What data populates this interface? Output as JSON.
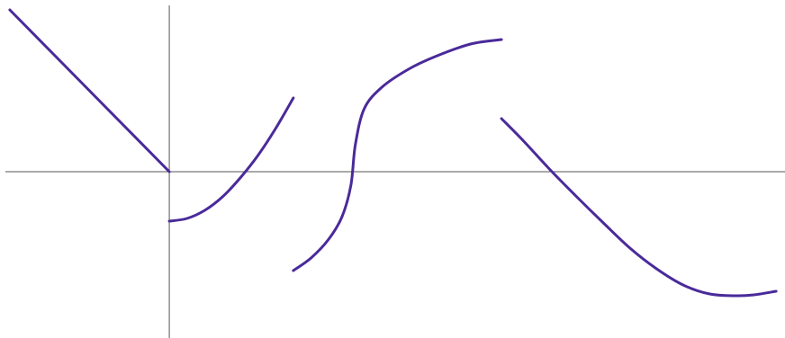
{
  "chart_data": {
    "type": "line",
    "title": "",
    "xlabel": "",
    "ylabel": "",
    "xlim": [
      -1.85,
      6.95
    ],
    "ylim": [
      -1.85,
      1.85
    ],
    "grid": false,
    "legend": "none",
    "colors": {
      "curve": "#4a2a9a",
      "axis": "#555555"
    },
    "series": [
      {
        "x": [
          -1.8,
          -1.2,
          -0.6,
          0.0
        ],
        "y": [
          1.8,
          1.2,
          0.6,
          0.0
        ]
      },
      {
        "x": [
          0.0,
          0.2,
          0.4,
          0.6,
          0.8,
          1.0,
          1.2,
          1.4
        ],
        "y": [
          -0.55,
          -0.52,
          -0.43,
          -0.28,
          -0.07,
          0.18,
          0.48,
          0.82
        ]
      },
      {
        "x": [
          1.4,
          1.6,
          1.8,
          1.95,
          2.05,
          2.1,
          2.2,
          2.4,
          2.7,
          3.0,
          3.4,
          3.75
        ],
        "y": [
          -1.1,
          -0.96,
          -0.75,
          -0.5,
          -0.15,
          0.3,
          0.7,
          0.94,
          1.14,
          1.28,
          1.42,
          1.47
        ]
      },
      {
        "x": [
          3.75,
          4.0,
          4.3,
          4.6,
          4.9,
          5.2,
          5.5,
          5.8,
          6.1,
          6.4,
          6.6,
          6.85
        ],
        "y": [
          0.59,
          0.34,
          0.02,
          -0.28,
          -0.57,
          -0.85,
          -1.08,
          -1.26,
          -1.36,
          -1.38,
          -1.37,
          -1.33
        ]
      }
    ]
  }
}
